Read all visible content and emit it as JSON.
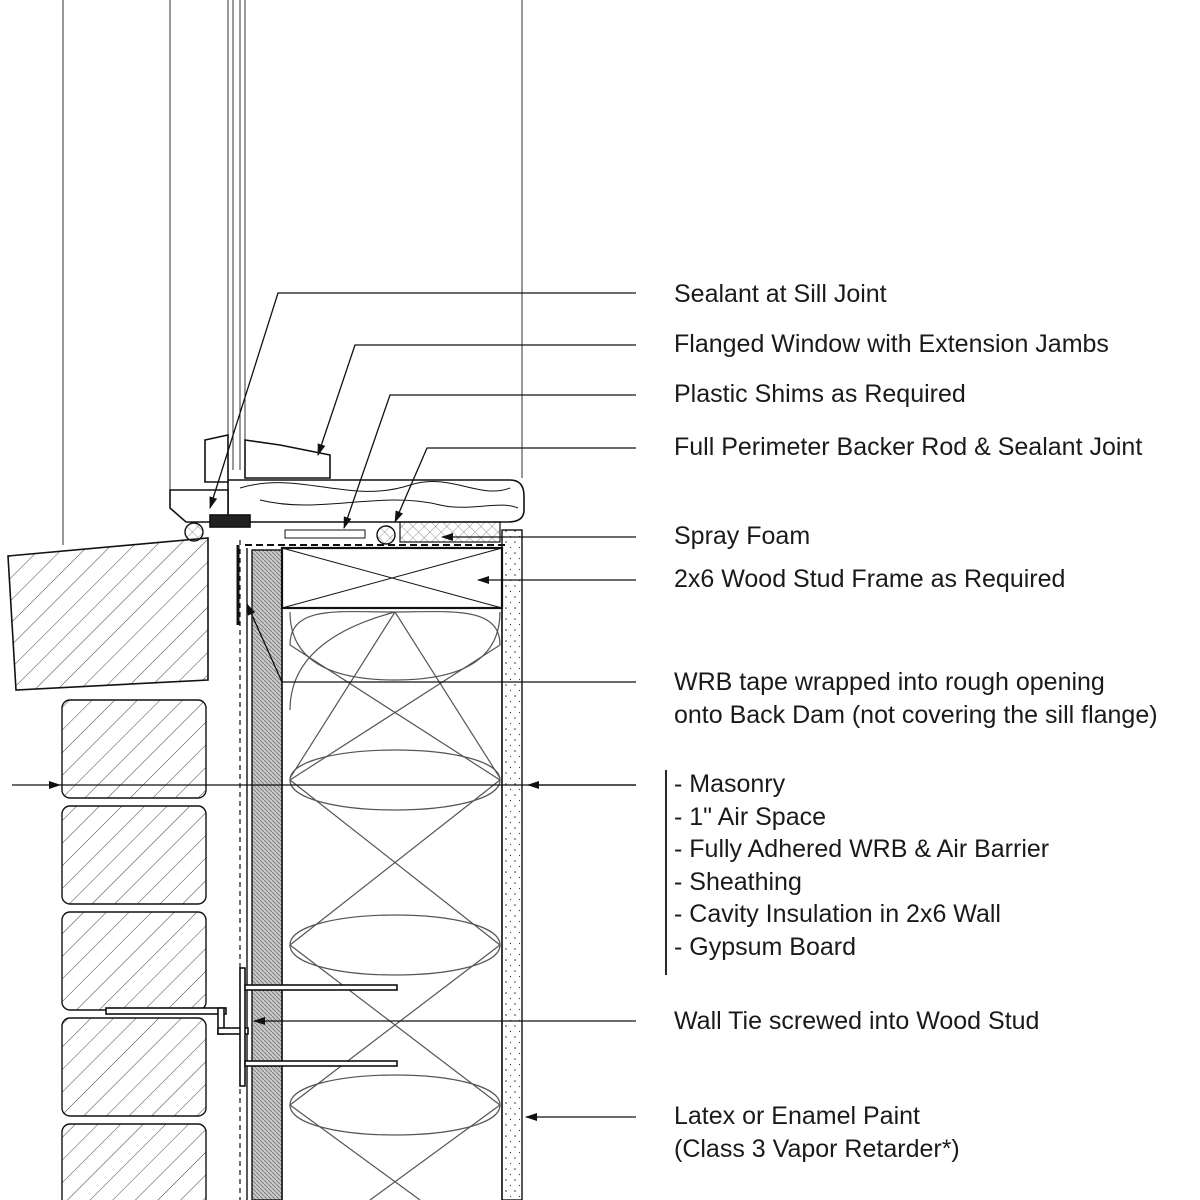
{
  "callouts": {
    "sealant_sill": "Sealant at Sill Joint",
    "flanged_window": "Flanged Window with Extension Jambs",
    "plastic_shims": "Plastic Shims as Required",
    "backer_rod": "Full Perimeter Backer Rod & Sealant Joint",
    "spray_foam": "Spray Foam",
    "stud_frame": "2x6 Wood Stud Frame as Required",
    "wrb_tape_line1": "WRB tape wrapped into rough opening",
    "wrb_tape_line2": "onto Back Dam (not covering the sill flange)",
    "wall_tie": "Wall Tie screwed into Wood Stud",
    "paint_line1": "Latex or Enamel Paint",
    "paint_line2": "(Class 3 Vapor Retarder*)"
  },
  "wall_assembly": [
    "- Masonry",
    "- 1\" Air Space",
    "- Fully Adhered WRB & Air Barrier",
    "- Sheathing",
    "- Cavity Insulation in 2x6 Wall",
    "- Gypsum Board"
  ]
}
